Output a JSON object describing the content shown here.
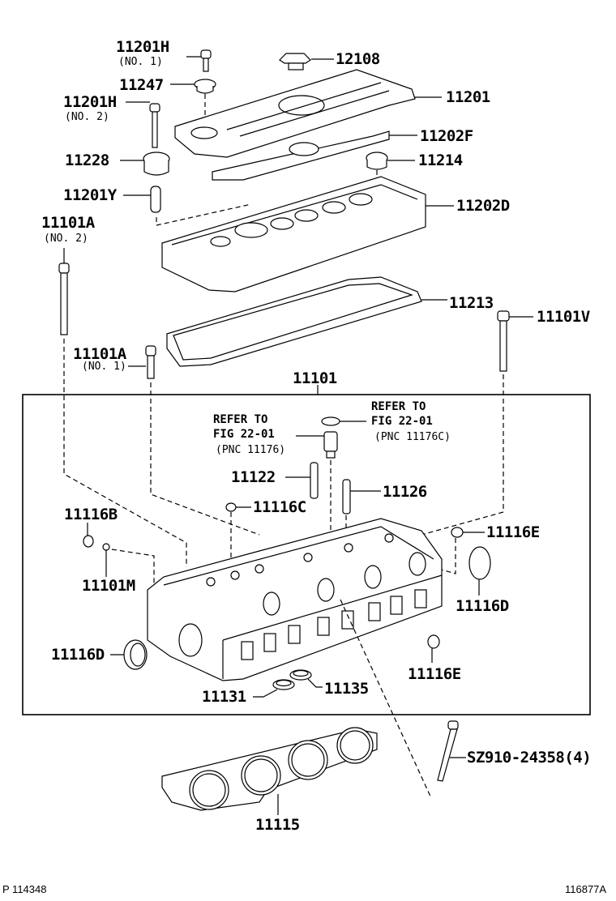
{
  "diagram": {
    "type": "exploded parts diagram",
    "subject": "Cylinder head assembly",
    "colors": {
      "ink": "#000000",
      "background": "#ffffff"
    }
  },
  "parts": {
    "p11201H_1": {
      "number": "11201H",
      "note": "(NO. 1)"
    },
    "p12108": {
      "number": "12108"
    },
    "p11247": {
      "number": "11247"
    },
    "p11201": {
      "number": "11201"
    },
    "p11201H_2": {
      "number": "11201H",
      "note": "(NO. 2)"
    },
    "p11202F": {
      "number": "11202F"
    },
    "p11228": {
      "number": "11228"
    },
    "p11214": {
      "number": "11214"
    },
    "p11201Y": {
      "number": "11201Y"
    },
    "p11202D": {
      "number": "11202D"
    },
    "p11101A_2": {
      "number": "11101A",
      "note": "(NO. 2)"
    },
    "p11213": {
      "number": "11213"
    },
    "p11101V": {
      "number": "11101V"
    },
    "p11101A_1": {
      "number": "11101A",
      "note": "(NO. 1)"
    },
    "p11101": {
      "number": "11101"
    },
    "p11122": {
      "number": "11122"
    },
    "p11126": {
      "number": "11126"
    },
    "p11116C": {
      "number": "11116C"
    },
    "p11116B": {
      "number": "11116B"
    },
    "p11116E_top": {
      "number": "11116E"
    },
    "p11101M": {
      "number": "11101M"
    },
    "p11116D_right": {
      "number": "11116D"
    },
    "p11116D_left": {
      "number": "11116D"
    },
    "p11116E_bottom": {
      "number": "11116E"
    },
    "p11131": {
      "number": "11131"
    },
    "p11135": {
      "number": "11135"
    },
    "p11115": {
      "number": "11115"
    },
    "pSZ910": {
      "number": "SZ910-24358(4)"
    }
  },
  "references": {
    "left": {
      "line1": "REFER TO",
      "line2": "FIG 22-01",
      "line3": "(PNC 11176)"
    },
    "right": {
      "line1": "REFER TO",
      "line2": "FIG 22-01",
      "line3": "(PNC 11176C)"
    }
  },
  "footer": {
    "left_code": "P 114348",
    "right_code": "116877A"
  }
}
